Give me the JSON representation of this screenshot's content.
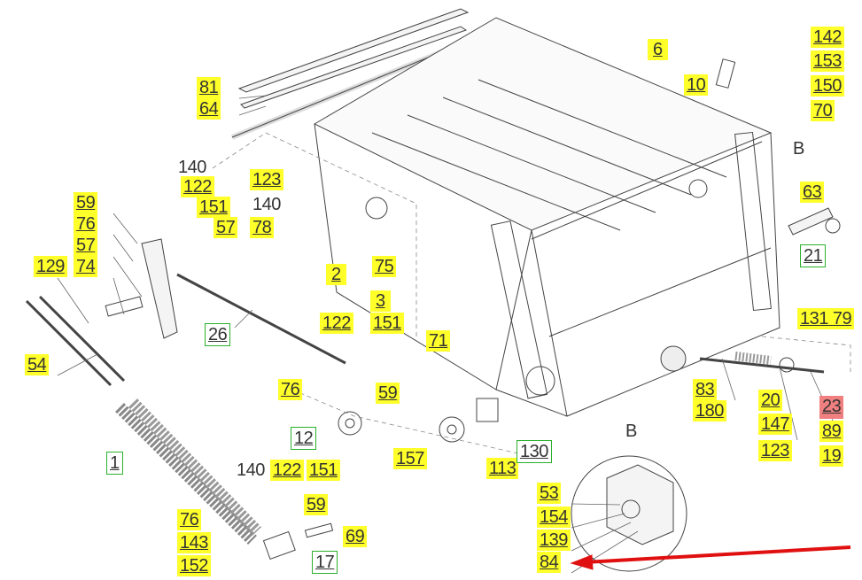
{
  "diagram": {
    "labels": [
      "81",
      "64",
      "6",
      "10",
      "142",
      "153",
      "150",
      "70",
      "123",
      "140",
      "78",
      "140",
      "122",
      "151",
      "57",
      "59",
      "76",
      "57",
      "74",
      "129",
      "54",
      "63",
      "21",
      "B",
      "2",
      "75",
      "3",
      "151",
      "122",
      "71",
      "76",
      "59",
      "26",
      "12",
      "1",
      "157",
      "113",
      "130",
      "131 79",
      "83",
      "180",
      "20",
      "147",
      "123",
      "23",
      "89",
      "19",
      "B",
      "140",
      "122",
      "151",
      "59",
      "76",
      "143",
      "152",
      "69",
      "17",
      "53",
      "154",
      "139",
      "84"
    ],
    "colors": {
      "highlight": "#ffff2a",
      "frame": "#2bb02b",
      "selected": "#f08080",
      "arrow": "#e01010"
    }
  }
}
